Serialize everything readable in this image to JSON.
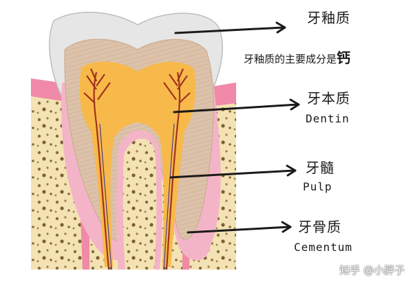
{
  "labels": {
    "enamel": "牙釉质",
    "enamel_note_main": "牙釉质的主要成分是",
    "enamel_note_emph": "钙",
    "dentin": "牙本质",
    "dentin_en": "Dentin",
    "pulp": "牙髓",
    "pulp_en": "Pulp",
    "cementum": "牙骨质",
    "cementum_en": "Cementum"
  },
  "watermark": "知乎 @小胖子",
  "colors": {
    "enamel": "#e6e6e6",
    "dentin": "#dcc2aa",
    "pulp": "#f7b94a",
    "cementum": "#f4b4c8",
    "gum": "#f08aa8",
    "bone": "#f3e2b3",
    "nerve": "#a2321e",
    "arrow": "#1a1a1a"
  }
}
